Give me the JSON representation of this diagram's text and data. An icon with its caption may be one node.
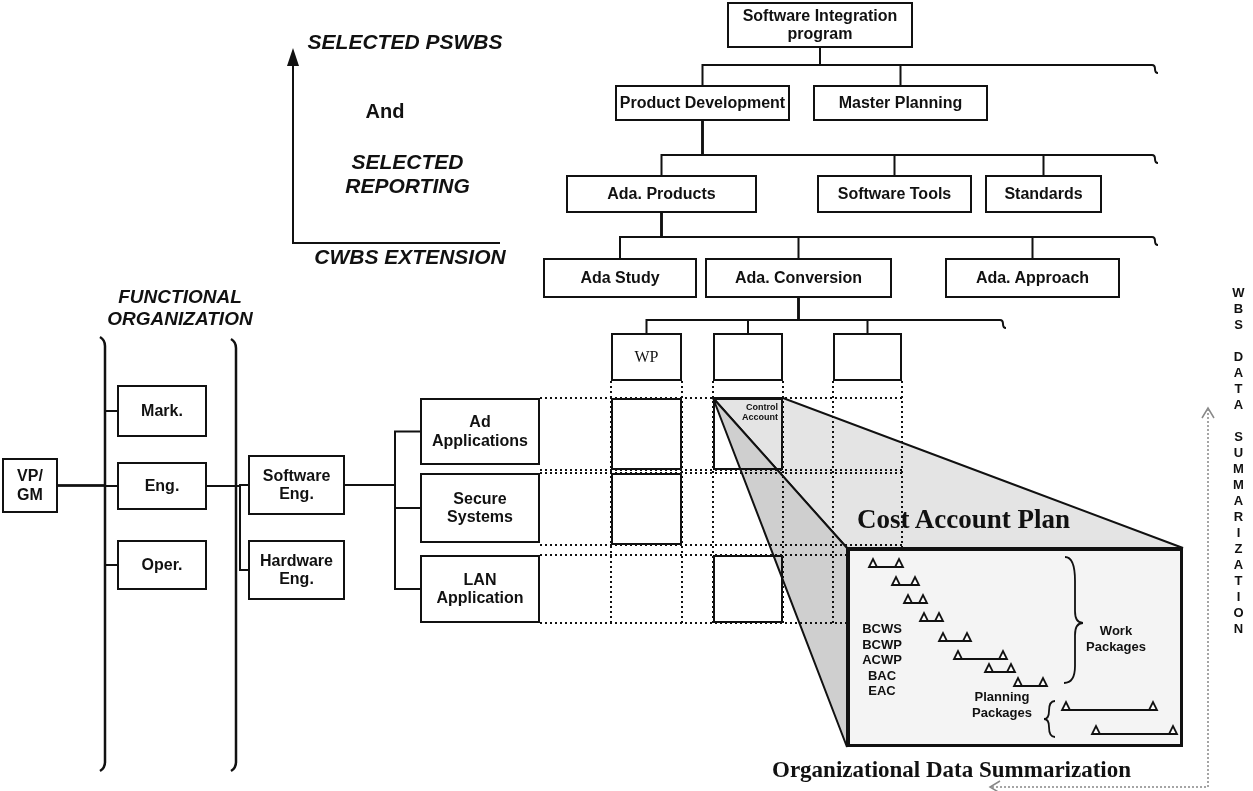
{
  "diagram": {
    "nodes": [
      {
        "text": [
          "Software Integration program"
        ]
      },
      {
        "text": [
          "Product Development"
        ]
      },
      {
        "text": [
          "Master Planning"
        ]
      },
      {
        "text": [
          "Ada. Products"
        ]
      },
      {
        "text": [
          "Software Tools"
        ]
      },
      {
        "text": [
          "Standards"
        ]
      },
      {
        "text": [
          "Ada Study"
        ]
      },
      {
        "text": [
          "Ada. Conversion"
        ]
      },
      {
        "text": [
          "Ada. Approach"
        ]
      },
      {
        "text": [
          "WP"
        ]
      },
      {
        "text": [],
        "shape": "box"
      },
      {
        "text": [],
        "shape": "box"
      },
      {
        "text": [
          "VP/ GM"
        ]
      },
      {
        "text": [
          "Mark."
        ]
      },
      {
        "text": [
          "Eng."
        ]
      },
      {
        "text": [
          "Oper."
        ]
      },
      {
        "text": [
          "Software Eng."
        ]
      },
      {
        "text": [
          "Hardware Eng."
        ]
      },
      {
        "text": [
          "Ad Applications"
        ]
      },
      {
        "text": [
          "Secure Systems"
        ]
      },
      {
        "text": [
          "LAN Application"
        ]
      },
      {
        "text": [],
        "shape": "box"
      },
      {
        "text": [
          "Control Account"
        ]
      },
      {
        "text": [],
        "shape": "box"
      },
      {
        "text": [],
        "shape": "box"
      },
      {
        "text": [
          "Cost Account Plan",
          "BCWS BCWP ACWP BAC EAC",
          "Work Packages",
          "Planning Packages"
        ]
      }
    ],
    "edges": [
      {
        "from": 0,
        "to": 1,
        "arrow": "none"
      },
      {
        "from": 0,
        "to": 2,
        "arrow": "none"
      },
      {
        "from": 0,
        "to": null,
        "arrow": "none"
      },
      {
        "from": 1,
        "to": 3,
        "arrow": "none"
      },
      {
        "from": 1,
        "to": 4,
        "arrow": "none"
      },
      {
        "from": 1,
        "to": 5,
        "arrow": "none"
      },
      {
        "from": 1,
        "to": null,
        "arrow": "none"
      },
      {
        "from": 3,
        "to": 6,
        "arrow": "none"
      },
      {
        "from": 3,
        "to": 7,
        "arrow": "none"
      },
      {
        "from": 3,
        "to": 8,
        "arrow": "none"
      },
      {
        "from": 3,
        "to": null,
        "arrow": "none"
      },
      {
        "from": 7,
        "to": 9,
        "arrow": "none"
      },
      {
        "from": 7,
        "to": 10,
        "arrow": "none"
      },
      {
        "from": 7,
        "to": 11,
        "arrow": "none"
      },
      {
        "from": 7,
        "to": null,
        "arrow": "none"
      },
      {
        "from": 12,
        "to": 13,
        "arrow": "none"
      },
      {
        "from": 12,
        "to": 14,
        "arrow": "none"
      },
      {
        "from": 12,
        "to": 15,
        "arrow": "none"
      },
      {
        "from": 14,
        "to": 16,
        "arrow": "none"
      },
      {
        "from": 14,
        "to": 17,
        "arrow": "none"
      },
      {
        "from": 16,
        "to": 18,
        "arrow": "none"
      },
      {
        "from": 16,
        "to": 19,
        "arrow": "none"
      },
      {
        "from": 16,
        "to": 20,
        "arrow": "none"
      }
    ],
    "labels": [
      "SELECTED PSWBS",
      "And",
      "SELECTED REPORTING",
      "CWBS EXTENSION",
      "FUNCTIONAL ORGANIZATION",
      "WBS DATA SUMMARIZATION",
      "Organizational Data Summarization"
    ]
  }
}
